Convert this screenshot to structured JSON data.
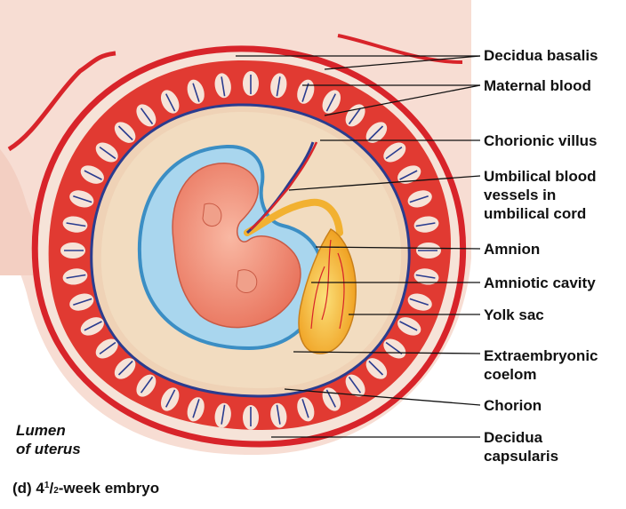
{
  "labels": {
    "decidua_basalis": "Decidua basalis",
    "maternal_blood": "Maternal blood",
    "chorionic_villus": "Chorionic villus",
    "umbilical_line1": "Umbilical blood",
    "umbilical_line2": "vessels in",
    "umbilical_line3": "umbilical cord",
    "amnion": "Amnion",
    "amniotic_cavity": "Amniotic cavity",
    "yolk_sac": "Yolk sac",
    "extraembryonic_line1": "Extraembryonic",
    "extraembryonic_line2": "coelom",
    "chorion": "Chorion",
    "decidua_capsularis_line1": "Decidua",
    "decidua_capsularis_line2": "capsularis",
    "lumen_line1": "Lumen",
    "lumen_line2": "of uterus"
  },
  "caption": {
    "prefix": "(d)  4",
    "numerator": "1",
    "denominator": "2",
    "suffix": "-week embryo"
  },
  "colors": {
    "decidua": "#f7ddd3",
    "blood": "#d8242a",
    "vein": "#2a3c8f",
    "amnion_fluid": "#a9d6ee",
    "coelom": "#f2dcc0",
    "embryo": "#f5937b",
    "yolk": "#f6b62d"
  }
}
